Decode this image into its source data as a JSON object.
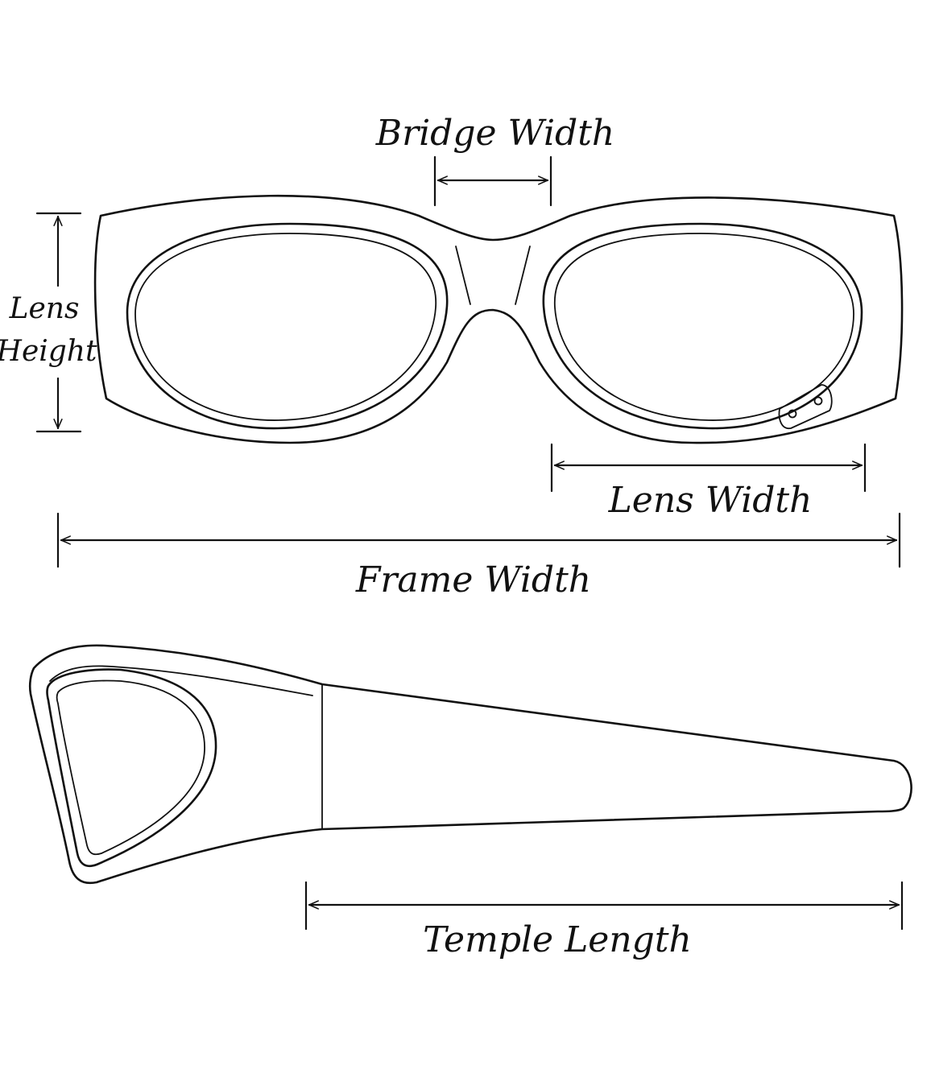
{
  "labels": {
    "bridge_width": "Bridge Width",
    "lens_height_line1": "Lens",
    "lens_height_line2": "Height",
    "lens_width": "Lens Width",
    "frame_width": "Frame Width",
    "temple_length": "Temple Length"
  },
  "colors": {
    "ink": "#111111",
    "background": "#ffffff"
  }
}
